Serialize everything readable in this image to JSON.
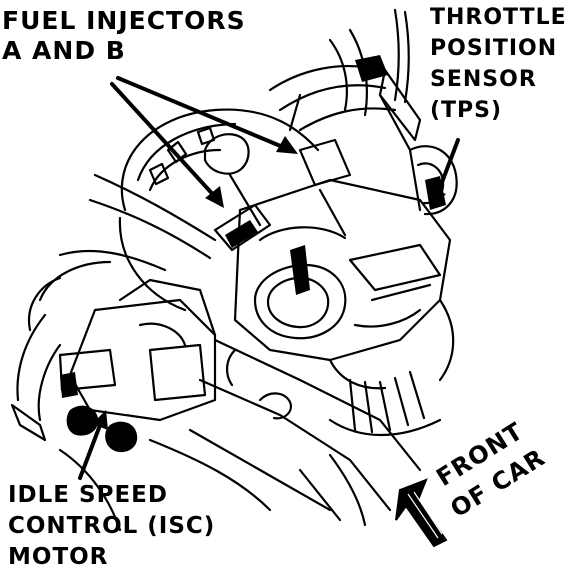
{
  "labels": {
    "fuel_injectors": {
      "line1": "FUEL INJECTORS",
      "line2": "A AND B"
    },
    "tps": {
      "line1": "THROTTLE",
      "line2": "POSITION",
      "line3": "SENSOR",
      "line4": "(TPS)"
    },
    "isc": {
      "line1": "IDLE SPEED",
      "line2": "CONTROL (ISC)",
      "line3": "MOTOR"
    },
    "front_of_car": {
      "line1": "FRONT",
      "line2": "OF CAR"
    }
  },
  "colors": {
    "ink": "#000000",
    "paper": "#ffffff"
  },
  "icons": {
    "direction": "front-arrow-icon"
  }
}
